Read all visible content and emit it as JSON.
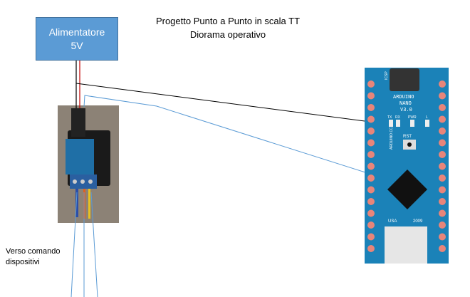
{
  "title": {
    "line1": "Progetto Punto a Punto in scala TT",
    "line2": "Diorama operativo"
  },
  "power_supply": {
    "line1": "Alimentatore",
    "line2": "5V"
  },
  "note": {
    "line1": "Verso comando",
    "line2": "dispositivi"
  },
  "arduino": {
    "name": "ARDUINO",
    "model": "NANO",
    "version": "V3.0",
    "rst": "RST",
    "usa": "USA",
    "year": "2009",
    "leds": [
      "TX",
      "RX",
      "PWR",
      "L"
    ],
    "brand": "ARDUINO.CC",
    "icsp": "ICSP"
  },
  "colors": {
    "wire_blue": "#5b9bd5",
    "wire_red": "#c00000",
    "board": "#1b82b8",
    "pad": "#e8857a"
  }
}
